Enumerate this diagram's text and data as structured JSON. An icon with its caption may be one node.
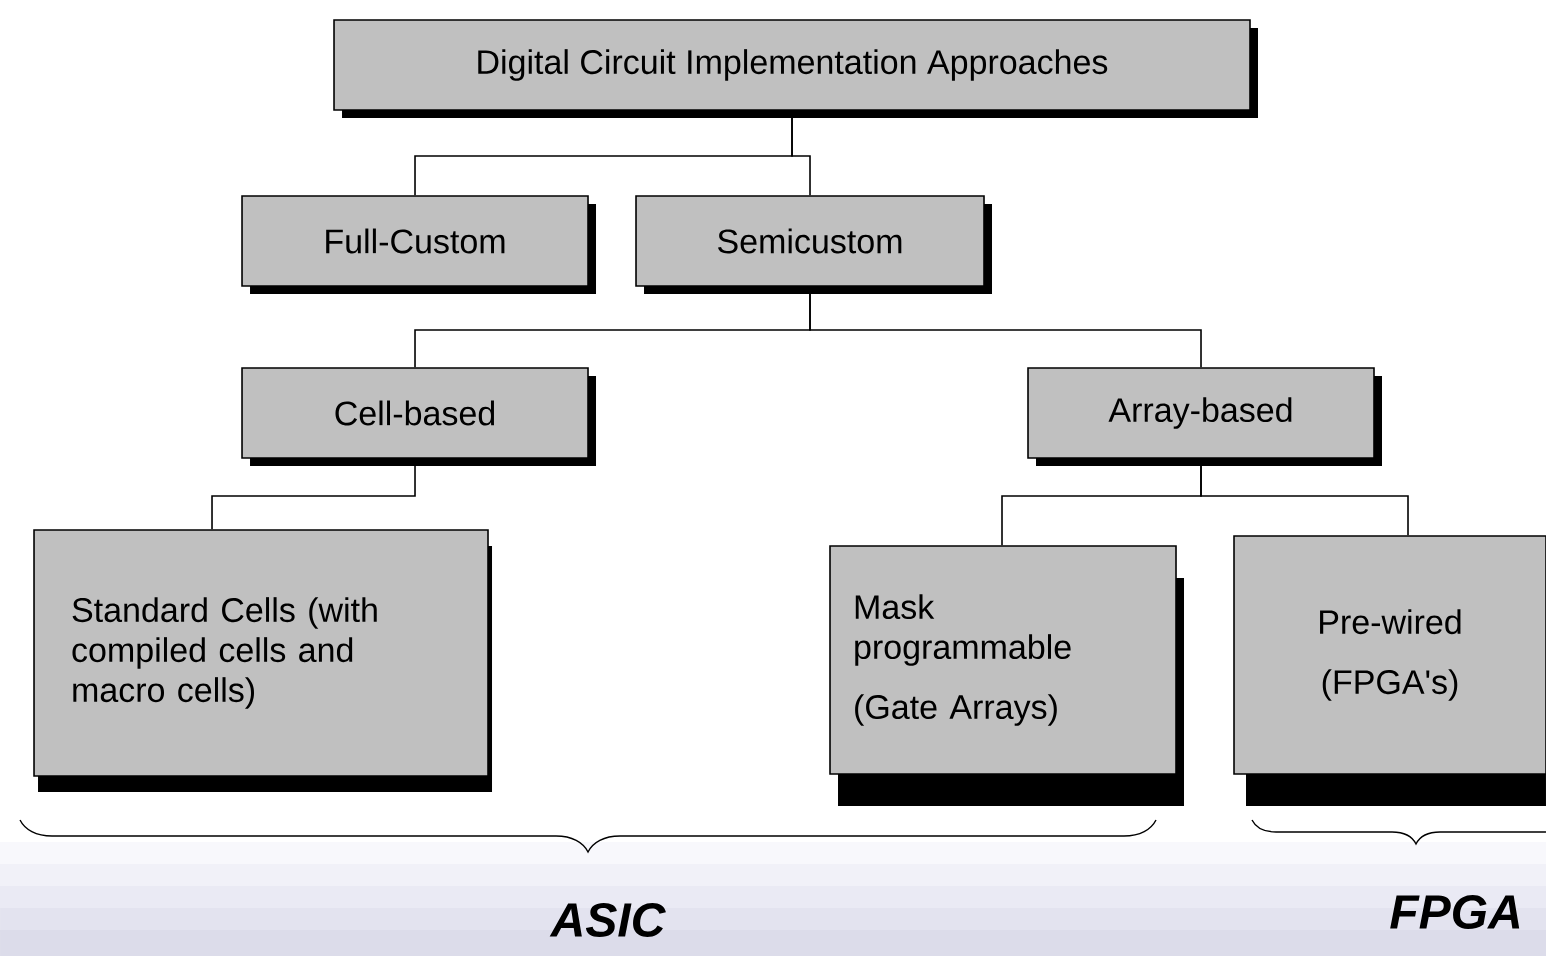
{
  "diagram": {
    "nodes": [
      {
        "text": [
          "Digital Circuit Implementation Approaches"
        ]
      },
      {
        "text": [
          "Full-Custom"
        ]
      },
      {
        "text": [
          "Semicustom"
        ]
      },
      {
        "text": [
          "Cell-based"
        ]
      },
      {
        "text": [
          "Array-based"
        ]
      },
      {
        "text": [
          "Standard Cells (with compiled cells and macro cells)"
        ]
      },
      {
        "text": [
          "Mask programmable",
          "(Gate Arrays)"
        ]
      },
      {
        "text": [
          "Pre-wired",
          "(FPGA's)"
        ]
      }
    ],
    "edges": [
      {
        "from": 0,
        "to": 1,
        "arrow": "none"
      },
      {
        "from": 0,
        "to": 2,
        "arrow": "none"
      },
      {
        "from": 2,
        "to": 3,
        "arrow": "none"
      },
      {
        "from": 2,
        "to": 4,
        "arrow": "none"
      },
      {
        "from": 3,
        "to": 5,
        "arrow": "none"
      },
      {
        "from": 4,
        "to": 6,
        "arrow": "none"
      },
      {
        "from": 4,
        "to": 7,
        "arrow": "none"
      }
    ],
    "labels": [
      "ASIC",
      "FPGA"
    ]
  }
}
